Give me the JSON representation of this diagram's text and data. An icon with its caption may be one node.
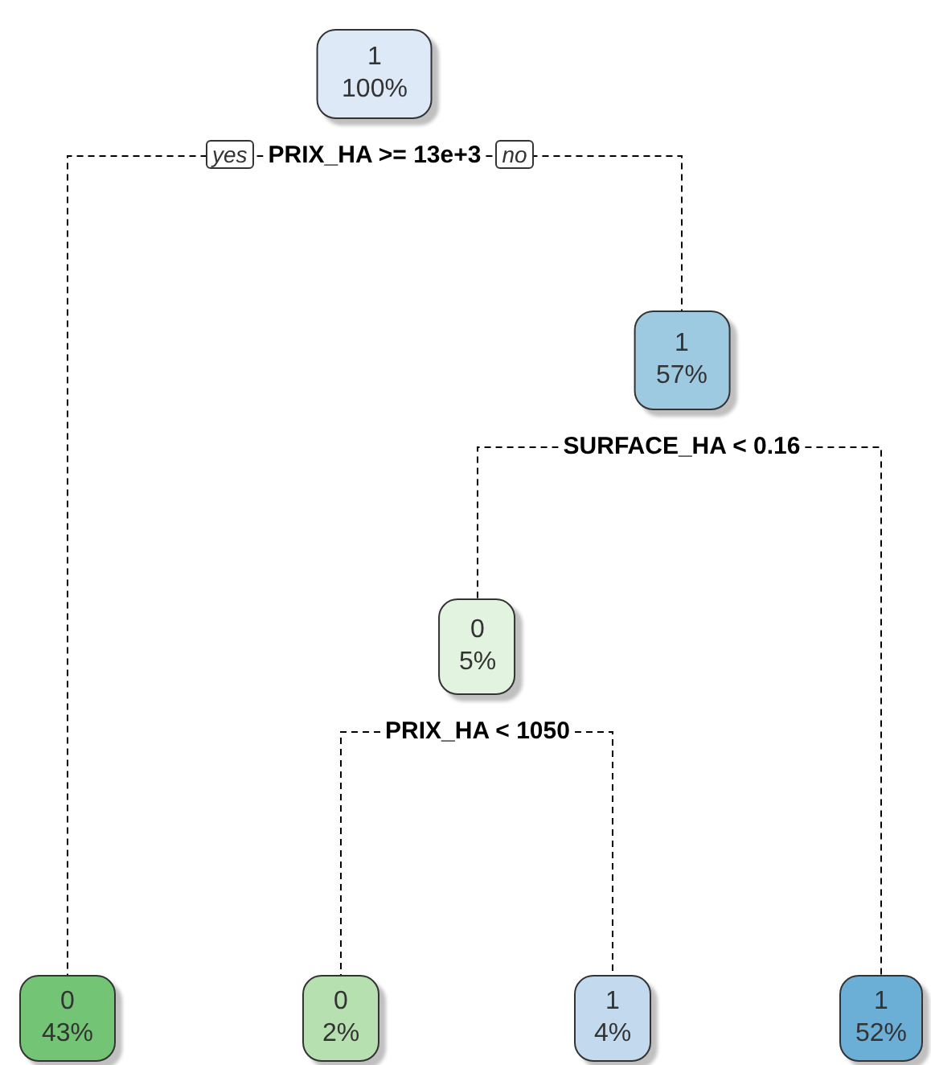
{
  "diagram": {
    "nodes": [
      {
        "text": [
          "1",
          "100%",
          "PRIX_HA >= 13e+3"
        ]
      },
      {
        "text": [
          "1",
          "57%",
          "SURFACE_HA < 0.16"
        ]
      },
      {
        "text": [
          "0",
          "5%",
          "PRIX_HA < 1050"
        ]
      },
      {
        "text": [
          "0",
          "43%"
        ]
      },
      {
        "text": [
          "0",
          "2%"
        ]
      },
      {
        "text": [
          "1",
          "4%"
        ]
      },
      {
        "text": [
          "1",
          "52%"
        ]
      }
    ],
    "edges": [
      {
        "from": 0,
        "to": 3,
        "arrow": "none",
        "label": "yes",
        "style": "dashed"
      },
      {
        "from": 0,
        "to": 1,
        "arrow": "none",
        "label": "no",
        "style": "dashed"
      },
      {
        "from": 1,
        "to": 2,
        "arrow": "none",
        "style": "dashed"
      },
      {
        "from": 1,
        "to": 6,
        "arrow": "none",
        "style": "dashed"
      },
      {
        "from": 2,
        "to": 4,
        "arrow": "none",
        "style": "dashed"
      },
      {
        "from": 2,
        "to": 5,
        "arrow": "none",
        "style": "dashed"
      }
    ]
  }
}
